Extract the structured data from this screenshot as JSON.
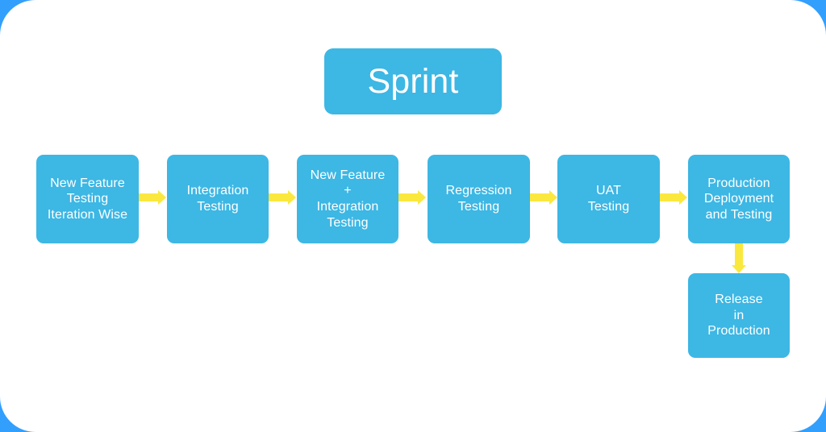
{
  "diagram": {
    "title": "Sprint",
    "colors": {
      "backdrop_blue": "#339ffd",
      "sheet_white": "#ffffff",
      "node_blue": "#3db7e4",
      "node_text": "#ffffff",
      "arrow_yellow": "#fbe83e"
    },
    "stages": [
      {
        "id": "new-feature-testing-iteration-wise",
        "label": "New Feature\nTesting\nIteration Wise"
      },
      {
        "id": "integration-testing",
        "label": "Integration\nTesting"
      },
      {
        "id": "new-feature-plus-integration-testing",
        "label": "New Feature\n+\nIntegration\nTesting"
      },
      {
        "id": "regression-testing",
        "label": "Regression\nTesting"
      },
      {
        "id": "uat-testing",
        "label": "UAT\nTesting"
      },
      {
        "id": "production-deployment-and-testing",
        "label": "Production\nDeployment\nand Testing"
      }
    ],
    "terminal": {
      "id": "release-in-production",
      "label": "Release\nin\nProduction"
    },
    "connectors": [
      {
        "id": "arrow-1",
        "direction": "right",
        "from": "new-feature-testing-iteration-wise",
        "to": "integration-testing"
      },
      {
        "id": "arrow-2",
        "direction": "right",
        "from": "integration-testing",
        "to": "new-feature-plus-integration-testing"
      },
      {
        "id": "arrow-3",
        "direction": "right",
        "from": "new-feature-plus-integration-testing",
        "to": "regression-testing"
      },
      {
        "id": "arrow-4",
        "direction": "right",
        "from": "regression-testing",
        "to": "uat-testing"
      },
      {
        "id": "arrow-5",
        "direction": "right",
        "from": "uat-testing",
        "to": "production-deployment-and-testing"
      },
      {
        "id": "arrow-6",
        "direction": "down",
        "from": "production-deployment-and-testing",
        "to": "release-in-production"
      }
    ]
  }
}
